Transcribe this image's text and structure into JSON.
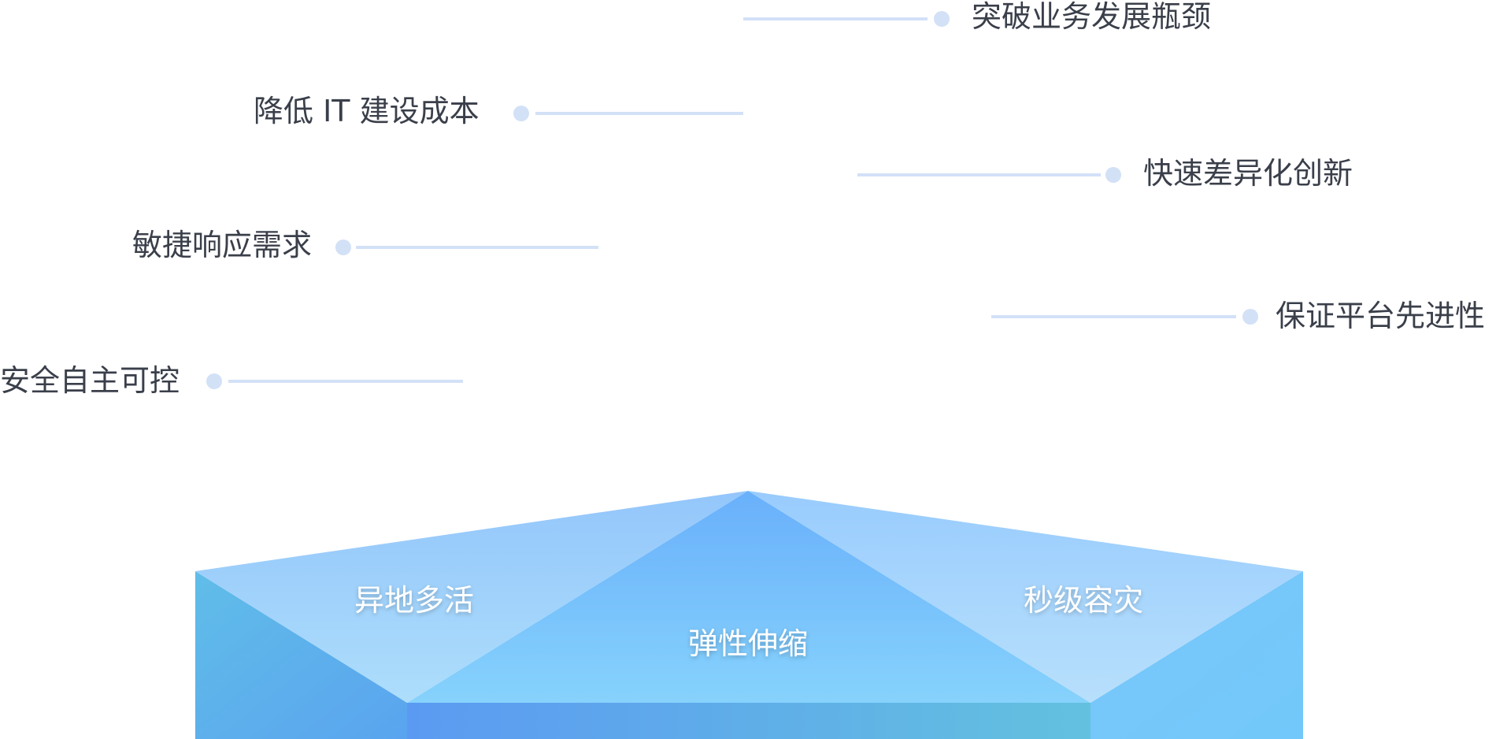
{
  "benefits": [
    {
      "id": "break-bottleneck",
      "label": "突破业务发展瓶颈"
    },
    {
      "id": "reduce-it-cost",
      "label": "降低 IT 建设成本"
    },
    {
      "id": "fast-innovation",
      "label": "快速差异化创新"
    },
    {
      "id": "agile-response",
      "label": "敏捷响应需求"
    },
    {
      "id": "platform-advanced",
      "label": "保证平台先进性"
    },
    {
      "id": "secure-control",
      "label": "安全自主可控"
    }
  ],
  "capabilities": [
    {
      "id": "multi-site",
      "label": "异地多活"
    },
    {
      "id": "elastic-scaling",
      "label": "弹性伸缩"
    },
    {
      "id": "disaster-recovery",
      "label": "秒级容灾"
    }
  ],
  "colors": {
    "line": "#d3e1f7",
    "dot": "#d3e1f7",
    "label_text": "#3a3f4a",
    "face_text": "#ffffff",
    "prism_light": "#8fd0ff",
    "prism_mid": "#73b9ff",
    "prism_dark": "#5b9bef"
  }
}
